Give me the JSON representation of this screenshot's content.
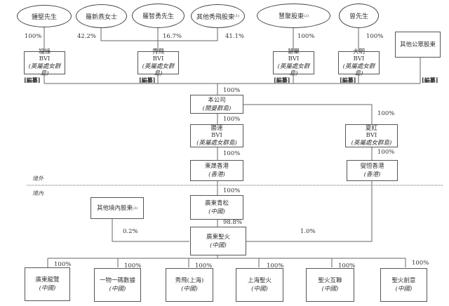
{
  "shareholders": {
    "zhong": "鍾堅先生",
    "luo_xinyan": "羅新燕女士",
    "luo_zhiyong": "羅智勇先生",
    "other_xiufei": "其他秀飛股東",
    "other_xiufei_note": "(1)",
    "huiju_holders": "慧聚股東",
    "huiju_holders_note": "(2)",
    "zeng": "曾先生",
    "public": "其他公眾股東"
  },
  "bvi_entities": {
    "fulu": {
      "name": "福綠",
      "type": "BVI",
      "place": "(英屬處女群島)"
    },
    "xiufei": {
      "name": "秀飛",
      "type": "BVI",
      "place": "(英屬處女群島)"
    },
    "huiju": {
      "name": "慧聚",
      "type": "BVI",
      "place": "(英屬處女群島)"
    },
    "daming": {
      "name": "大明",
      "type": "BVI",
      "place": "(英屬處女群島)"
    }
  },
  "redacted_label": "[編纂]",
  "company": {
    "name": "本公司",
    "place": "(開曼群島)"
  },
  "shengsu": {
    "name": "勝速",
    "type": "BVI",
    "place": "(英屬處女群島)"
  },
  "xiahong": {
    "name": "夏紅",
    "type": "BVI",
    "place": "(英屬處女群島)"
  },
  "dongsheng_hk": {
    "name": "東晟香港",
    "place": "(香港)"
  },
  "xieheng_hk": {
    "name": "燮恒香港",
    "place": "(香港)"
  },
  "regions": {
    "offshore": "境外",
    "onshore": "境內"
  },
  "qingsong": {
    "name": "廣東青松",
    "place": "(中國)"
  },
  "other_domestic": {
    "name": "其他境內股東",
    "note": "(3)"
  },
  "shenghuo": {
    "name": "廣東聖火",
    "place": "(中國)"
  },
  "subsidiaries": [
    {
      "name": "廣東龍覽",
      "place": "(中國)",
      "pct": "100%"
    },
    {
      "name": "一物一碼數據",
      "place": "(中國)",
      "pct": "100%"
    },
    {
      "name": "秀飛(上海)",
      "place": "(中國)",
      "pct": "100%"
    },
    {
      "name": "上海聖火",
      "place": "(中國)",
      "pct": "100%"
    },
    {
      "name": "聖火互聯",
      "place": "(中國)",
      "pct": "100%"
    },
    {
      "name": "聖火創意",
      "place": "(中國)",
      "pct": "100%"
    }
  ],
  "percentages": {
    "zhong_fulu": "100%",
    "luo_xinyan_xiufei": "42.2%",
    "luo_zhiyong_xiufei": "16.7%",
    "other_xiufei": "41.1%",
    "huiju_holders_huiju": "100%",
    "zeng_daming": "100%",
    "to_company": "100%",
    "company_shengsu": "100%",
    "company_xiahong": "100%",
    "shengsu_dongsheng": "100%",
    "xiahong_xieheng": "100%",
    "dongsheng_qingsong": "100%",
    "qingsong_shenghuo": "98.8%",
    "other_domestic_shenghuo": "0.2%",
    "xieheng_shenghuo": "1.0%"
  }
}
